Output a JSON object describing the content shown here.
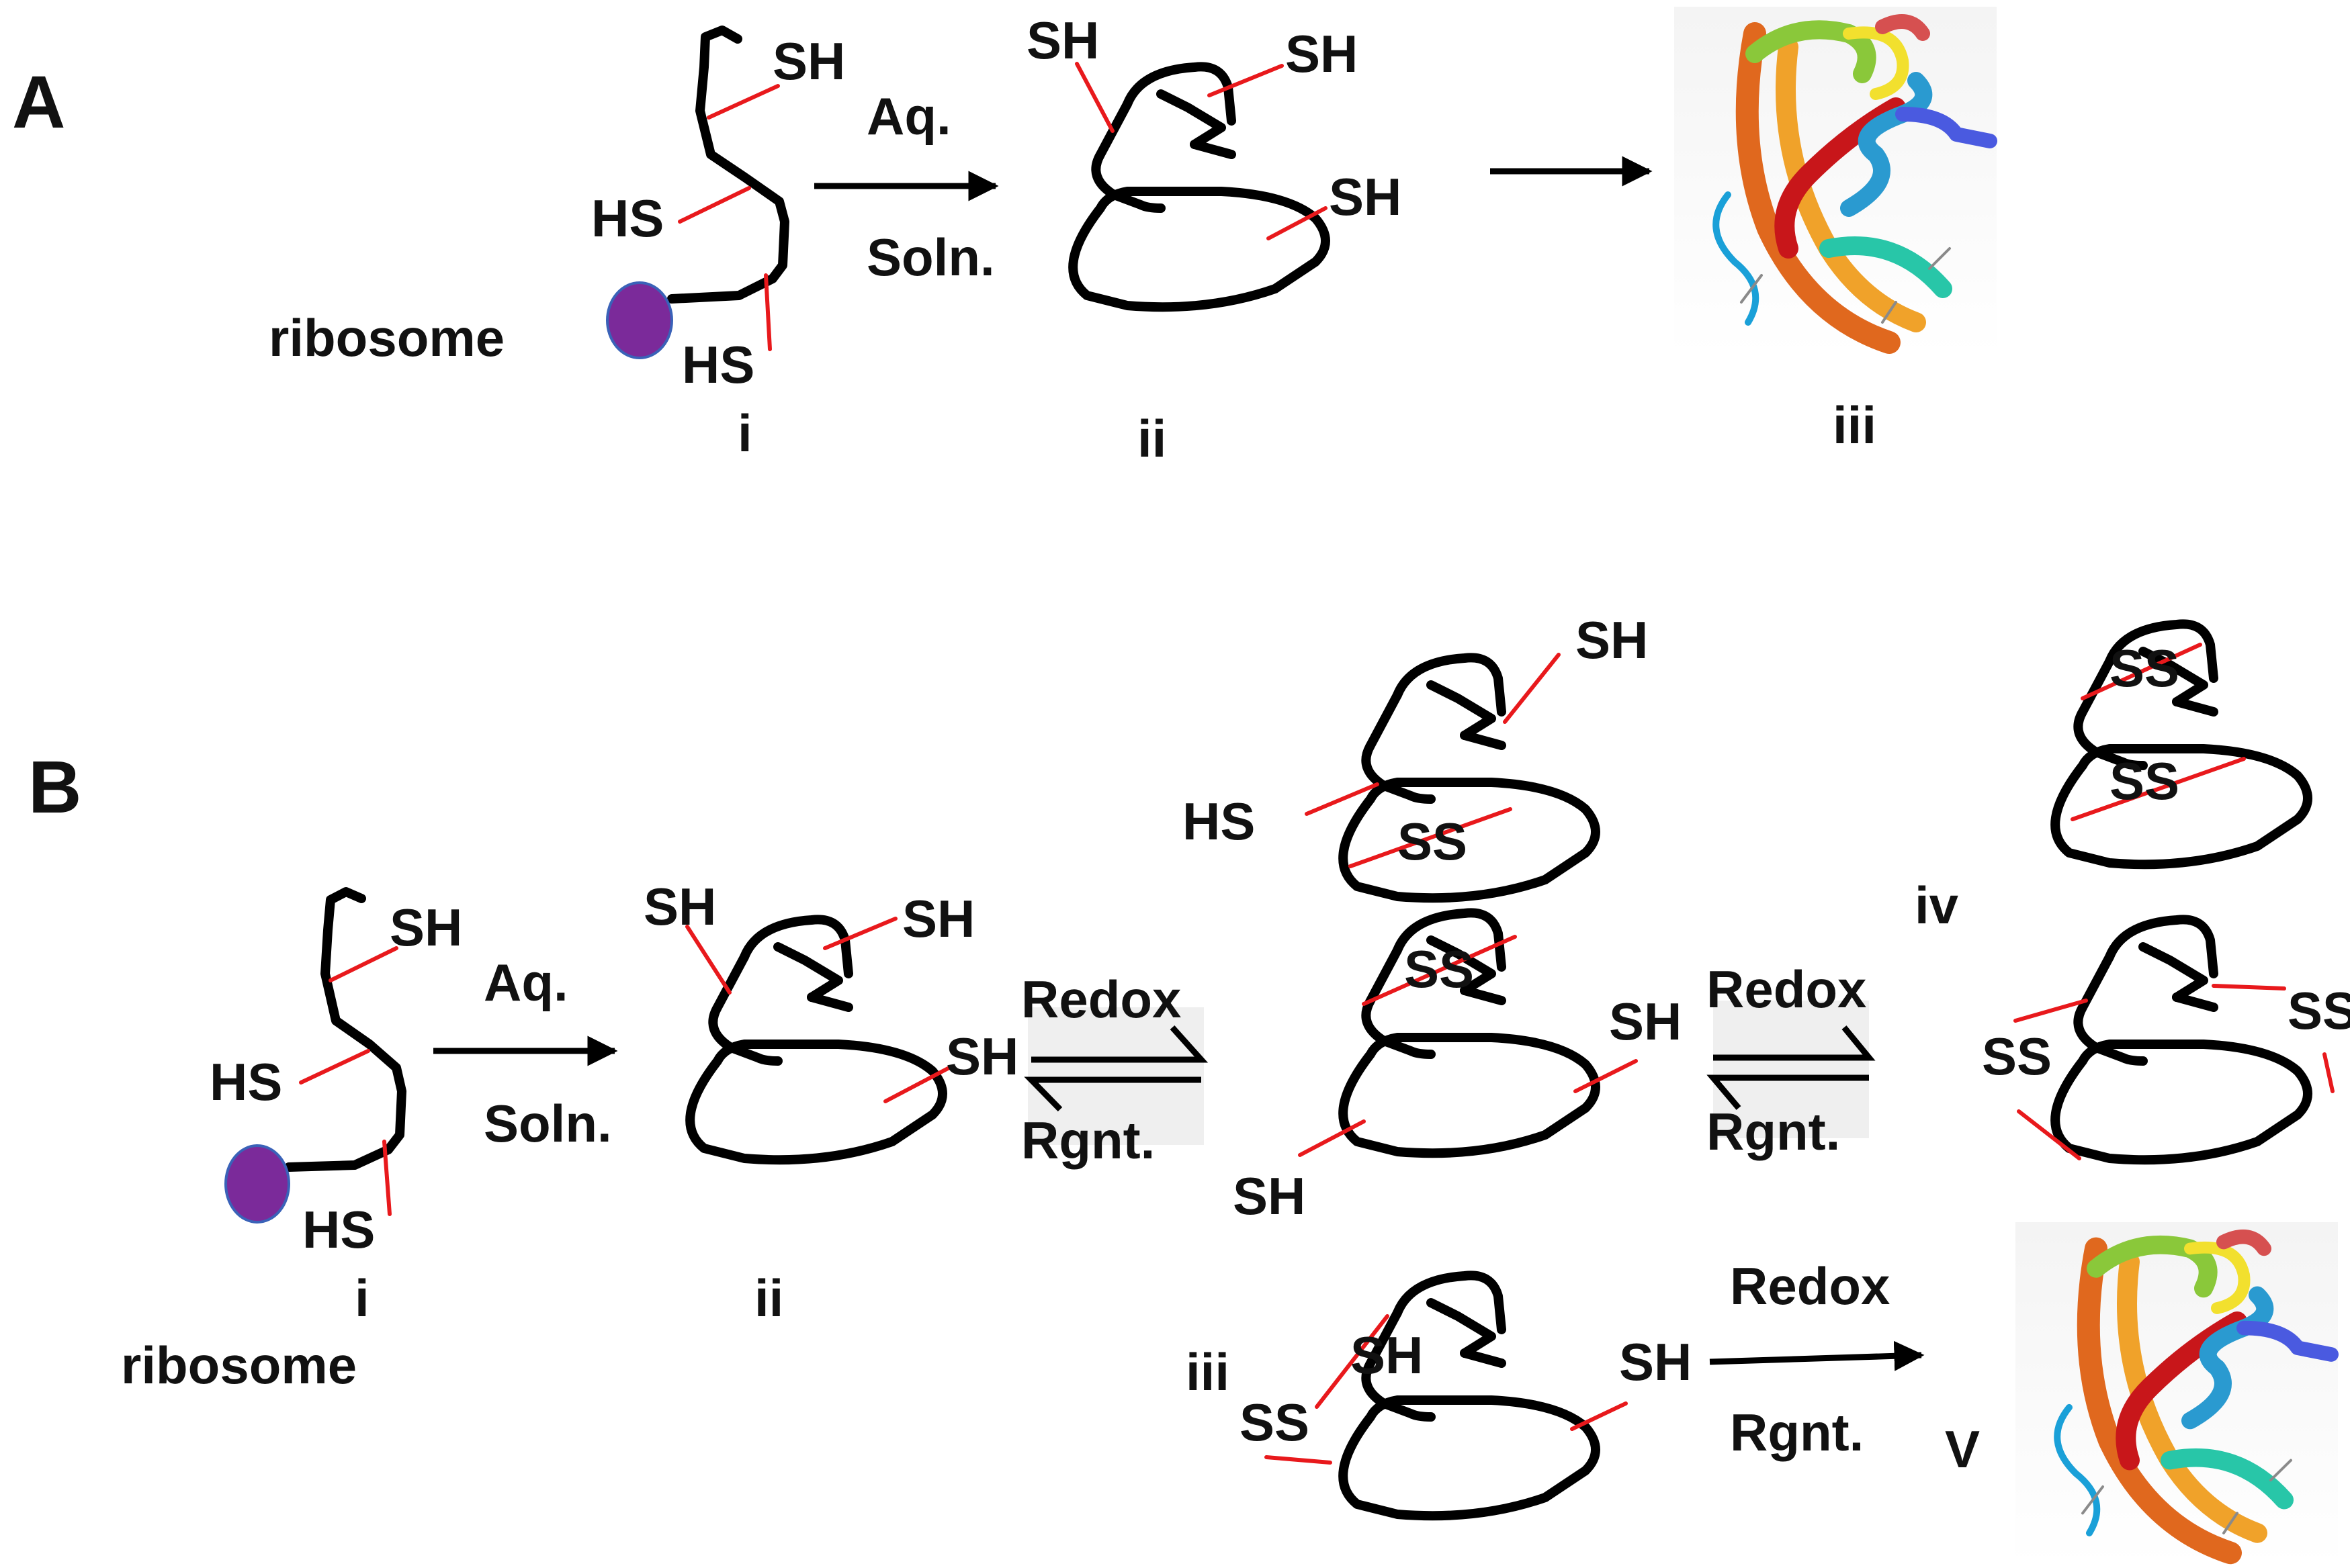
{
  "colors": {
    "chain": "#000000",
    "bond": "#e8191c",
    "ribosome": "#7b2a9a",
    "ribosome_edge": "#3a62b8",
    "protein_strands": [
      "#e0681e",
      "#f0a22a",
      "#c8161a",
      "#2a9ad0",
      "#28c6a8",
      "#8ac83a",
      "#f2e02e",
      "#4a5ae0"
    ]
  },
  "panel_a": {
    "letter": "A",
    "ribosome_label": "ribosome",
    "stage_i": {
      "label": "i",
      "thiols": [
        "SH",
        "HS",
        "HS"
      ]
    },
    "arrow1": {
      "top": "Aq.",
      "bottom": "Soln."
    },
    "stage_ii": {
      "label": "ii",
      "thiols": [
        "SH",
        "SH",
        "SH"
      ]
    },
    "stage_iii": {
      "label": "iii",
      "icon": "folded-protein-ribbon"
    }
  },
  "panel_b": {
    "letter": "B",
    "ribosome_label": "ribosome",
    "stage_i": {
      "label": "i",
      "thiols": [
        "SH",
        "HS",
        "HS"
      ]
    },
    "arrow1": {
      "top": "Aq.",
      "bottom": "Soln."
    },
    "stage_ii": {
      "label": "ii",
      "thiols": [
        "SH",
        "SH",
        "SH"
      ]
    },
    "equilibrium1": {
      "top": "Redox",
      "bottom": "Rgnt."
    },
    "intermediate_top": {
      "thiols": [
        "SH",
        "HS"
      ],
      "disulfides": [
        "SS"
      ]
    },
    "intermediate_mid": {
      "thiols": [
        "SH",
        "SH"
      ],
      "disulfides": [
        "SS"
      ]
    },
    "intermediate_iii": {
      "label": "iii",
      "thiols": [
        "SH",
        "SH"
      ],
      "disulfides": [
        "SS"
      ]
    },
    "equilibrium2": {
      "top": "Redox",
      "bottom": "Rgnt."
    },
    "stage_iv": {
      "label": "iv",
      "top_disulfides": [
        "SS",
        "SS"
      ],
      "bottom_disulfides": [
        "SS",
        "SS"
      ]
    },
    "arrow_final": {
      "top": "Redox",
      "bottom": "Rgnt."
    },
    "stage_v": {
      "label": "V",
      "icon": "folded-protein-ribbon"
    }
  }
}
